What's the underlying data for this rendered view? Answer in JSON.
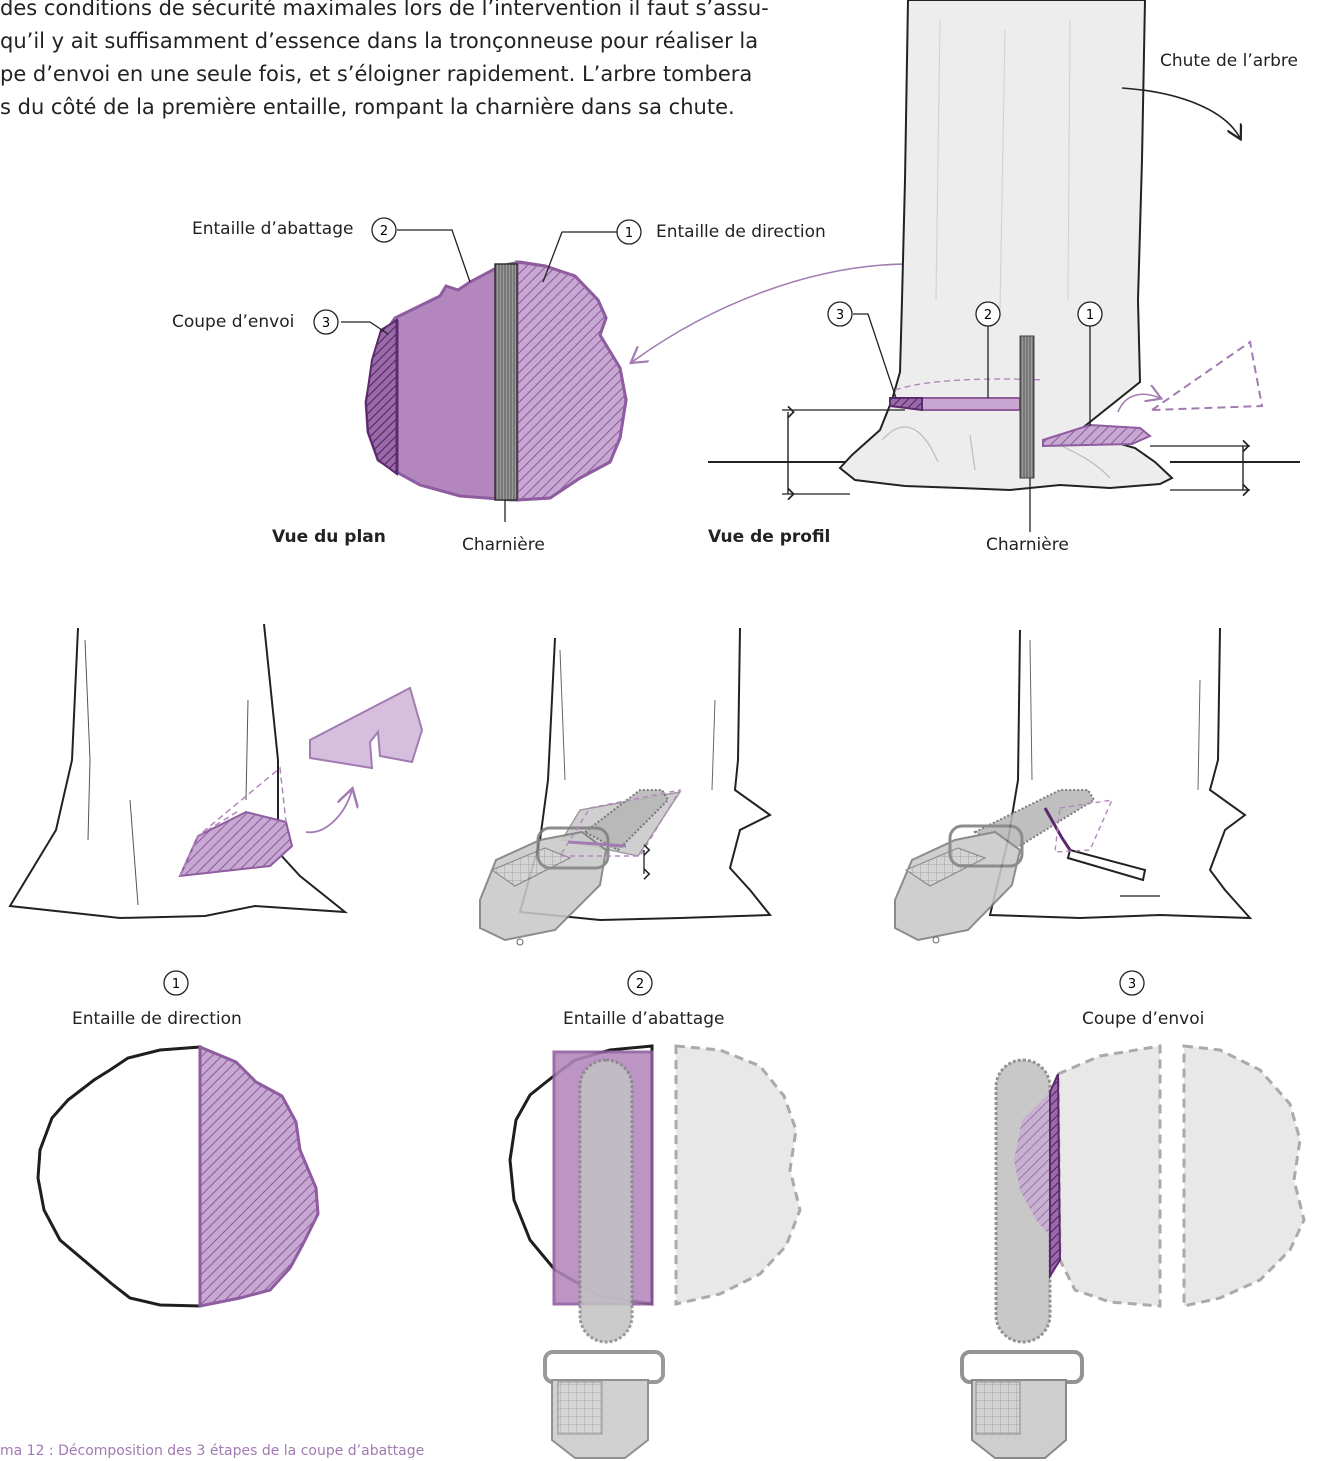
{
  "intro_lines": [
    "des conditions de sécurité maximales lors de l’intervention il faut s’assu-",
    "qu’il y ait suffisamment d’essence dans la tronçonneuse pour réaliser la",
    "pe d’envoi en une seule fois, et s’éloigner rapidement. L’arbre tombera",
    "s du côté de la première entaille, rompant la charnière dans sa chute."
  ],
  "labels": {
    "chute": "Chute de l’arbre",
    "entaille_abattage": "Entaille d’abattage",
    "entaille_direction": "Entaille de direction",
    "coupe_envoi": "Coupe d’envoi",
    "vue_plan": "Vue du plan",
    "vue_profil": "Vue de profil",
    "charniere_plan": "Charnière",
    "charniere_profil": "Charnière"
  },
  "callouts": {
    "plan": [
      "2",
      "1",
      "3"
    ],
    "profil": [
      "3",
      "2",
      "1"
    ]
  },
  "steps": [
    {
      "number": "1",
      "title": "Entaille de direction"
    },
    {
      "number": "2",
      "title": "Entaille d’abattage"
    },
    {
      "number": "3",
      "title": "Coupe d’envoi"
    }
  ],
  "caption": "ma 12 : Décomposition des 3 étapes de la coupe d’abattage",
  "colors": {
    "purple": "#a27bb2",
    "purple_dark": "#6c3a7c",
    "purple_light": "#d4bfdc",
    "grey_saw": "#c8c8c8",
    "grey_tree": "#ececec",
    "outline": "#1e1e1e"
  }
}
